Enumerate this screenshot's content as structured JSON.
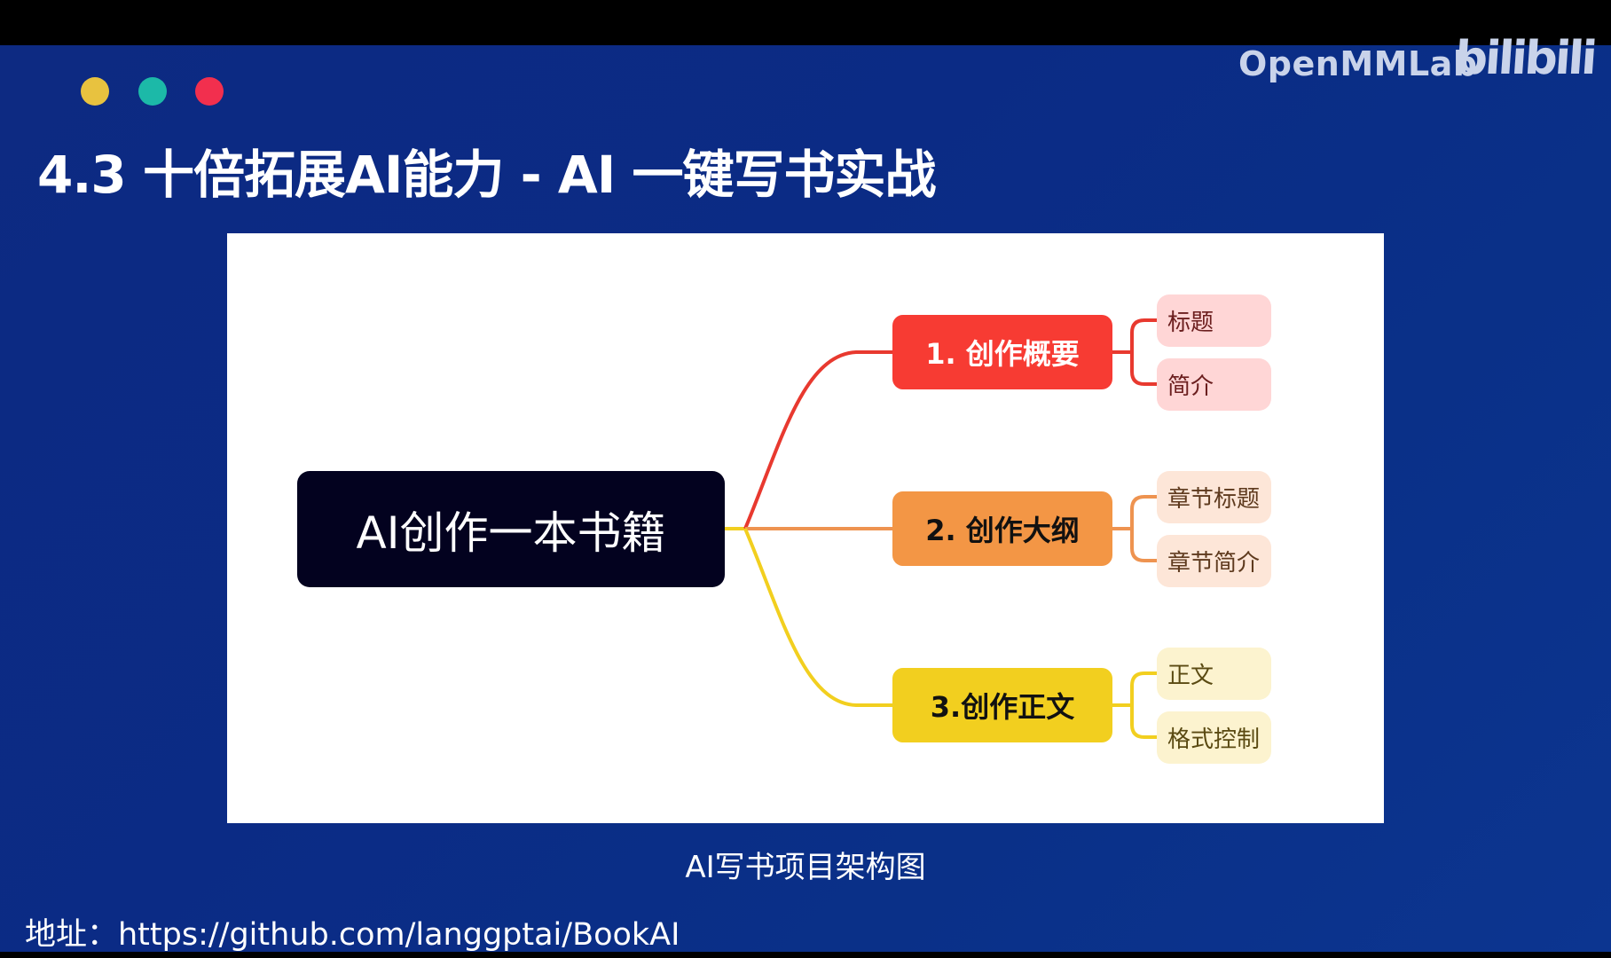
{
  "header": {
    "dots": [
      {
        "color": "#E8C23F",
        "name": "yellow"
      },
      {
        "color": "#1CB9A8",
        "name": "teal"
      },
      {
        "color": "#F22F4E",
        "name": "red"
      }
    ],
    "brand": "OpenMMLab",
    "watermark": "bilibili",
    "title": "4.3 十倍拓展AI能力 - AI 一键写书实战"
  },
  "mindmap": {
    "root": {
      "label": "AI创作一本书籍",
      "bg": "#03021F",
      "color": "#FFFFFF"
    },
    "branches": [
      {
        "label": "1. 创作概要",
        "bg": "#F73B33",
        "text": "#FFFFFF",
        "line": "#E8392F",
        "children": [
          {
            "label": "标题",
            "bg": "#FFD6D6",
            "text": "#6B1E1E"
          },
          {
            "label": "简介",
            "bg": "#FFD6D6",
            "text": "#6B1E1E"
          }
        ]
      },
      {
        "label": "2. 创作大纲",
        "bg": "#F39645",
        "text": "#111111",
        "line": "#EE9350",
        "children": [
          {
            "label": "章节标题",
            "bg": "#FDE6D8",
            "text": "#5E3A1E"
          },
          {
            "label": "章节简介",
            "bg": "#FDE6D8",
            "text": "#5E3A1E"
          }
        ]
      },
      {
        "label": "3.创作正文",
        "bg": "#F2CF1F",
        "text": "#111111",
        "line": "#F2CF1F",
        "children": [
          {
            "label": "正文",
            "bg": "#FCF3CF",
            "text": "#5A4A12"
          },
          {
            "label": "格式控制",
            "bg": "#FCF3CF",
            "text": "#5A4A12"
          }
        ]
      }
    ]
  },
  "caption": "AI写书项目架构图",
  "footer": {
    "url_line": "地址：https://github.com/langgptai/BookAI"
  }
}
